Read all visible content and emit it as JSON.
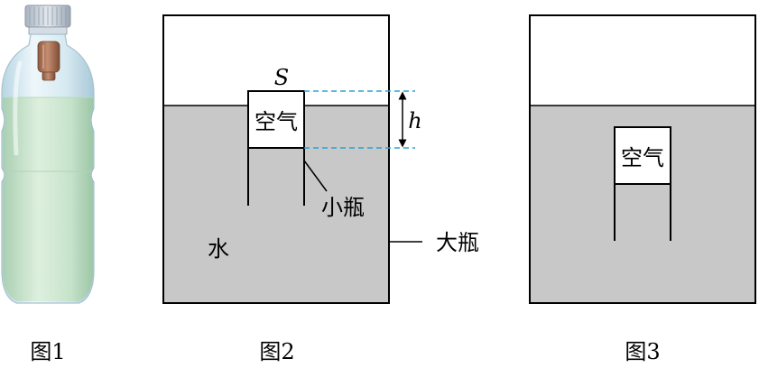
{
  "figures": {
    "fig1": {
      "caption": "图1"
    },
    "fig2": {
      "caption": "图2",
      "area_label": "S",
      "height_label": "h",
      "air_label": "空气",
      "water_label": "水",
      "small_bottle_label": "小瓶",
      "large_bottle_label": "大瓶"
    },
    "fig3": {
      "caption": "图3",
      "air_label": "空气"
    }
  },
  "colors": {
    "water": "#c8c8c8",
    "outline": "#000000",
    "guide_dashes": "#29a3d6",
    "bottle_liquid": "#c6e2c8",
    "bottle_glass": "#dfeef5",
    "cap": "#c9d3dd",
    "small_vial": "#b07a5e"
  }
}
